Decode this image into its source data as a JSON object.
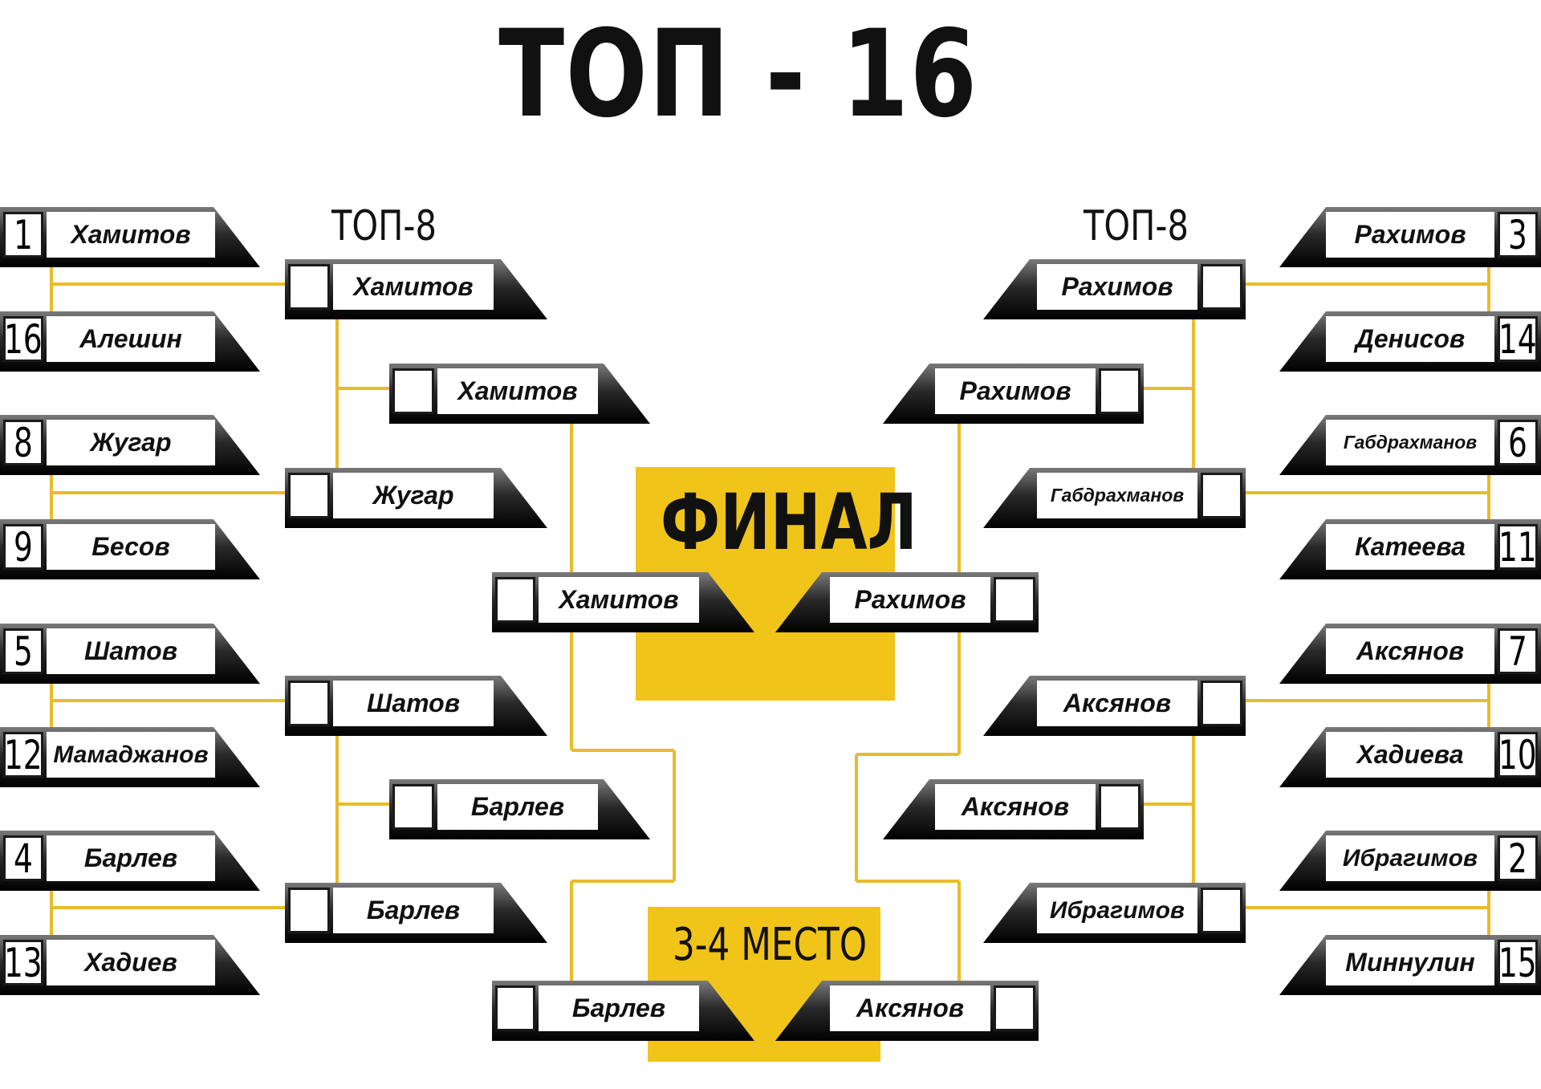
{
  "title": "ТОП - 16",
  "left_top8_label": "ТОП-8",
  "right_top8_label": "ТОП-8",
  "final_label": "ФИНАЛ",
  "third_place_label": "3-4 МЕСТО",
  "colors": {
    "accent": "#f0c419",
    "line": "#e8bc2a",
    "slot_dark": "#000000"
  },
  "left": {
    "r16": [
      {
        "seed": "1",
        "name": "Хамитов"
      },
      {
        "seed": "16",
        "name": "Алешин"
      },
      {
        "seed": "8",
        "name": "Жугар"
      },
      {
        "seed": "9",
        "name": "Бесов"
      },
      {
        "seed": "5",
        "name": "Шатов"
      },
      {
        "seed": "12",
        "name": "Мамаджанов"
      },
      {
        "seed": "4",
        "name": "Барлев"
      },
      {
        "seed": "13",
        "name": "Хадиев"
      }
    ],
    "qf": [
      "Хамитов",
      "Жугар",
      "Шатов",
      "Барлев"
    ],
    "sf": [
      "Хамитов",
      "Барлев"
    ]
  },
  "right": {
    "r16": [
      {
        "seed": "3",
        "name": "Рахимов"
      },
      {
        "seed": "14",
        "name": "Денисов"
      },
      {
        "seed": "6",
        "name": "Габдрахманов"
      },
      {
        "seed": "11",
        "name": "Катеева"
      },
      {
        "seed": "7",
        "name": "Аксянов"
      },
      {
        "seed": "10",
        "name": "Хадиева"
      },
      {
        "seed": "2",
        "name": "Ибрагимов"
      },
      {
        "seed": "15",
        "name": "Миннулин"
      }
    ],
    "qf": [
      "Рахимов",
      "Габдрахманов",
      "Аксянов",
      "Ибрагимов"
    ],
    "sf": [
      "Рахимов",
      "Аксянов"
    ]
  },
  "final": {
    "left": "Хамитов",
    "right": "Рахимов"
  },
  "third_place": {
    "left": "Барлев",
    "right": "Аксянов"
  }
}
